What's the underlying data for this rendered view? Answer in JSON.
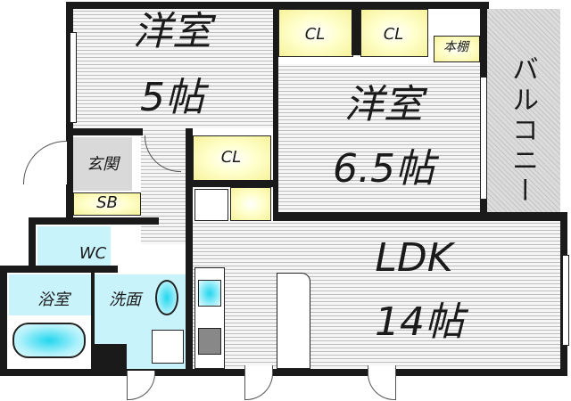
{
  "floorplan": {
    "rooms": {
      "western_room_1": {
        "name": "洋室",
        "size": "5帖"
      },
      "western_room_2": {
        "name": "洋室",
        "size": "6.5帖"
      },
      "ldk": {
        "name": "LDK",
        "size": "14帖"
      },
      "balcony": {
        "name": "バルコニー"
      },
      "entrance": {
        "name": "玄関"
      },
      "shoe_box": {
        "name": "SB"
      },
      "toilet": {
        "name": "WC"
      },
      "bathroom": {
        "name": "浴室"
      },
      "washroom": {
        "name": "洗面"
      }
    },
    "storage": {
      "closet_top_left": "CL",
      "closet_top_right": "CL",
      "closet_middle": "CL",
      "bookshelf": "本棚"
    },
    "colors": {
      "wall": "#1a1a1a",
      "closet": "#ffffcc",
      "wet_area": "#c9f3fb",
      "entrance_tile": "#d9d9d9",
      "floor_line": "#bdbdbd"
    }
  }
}
